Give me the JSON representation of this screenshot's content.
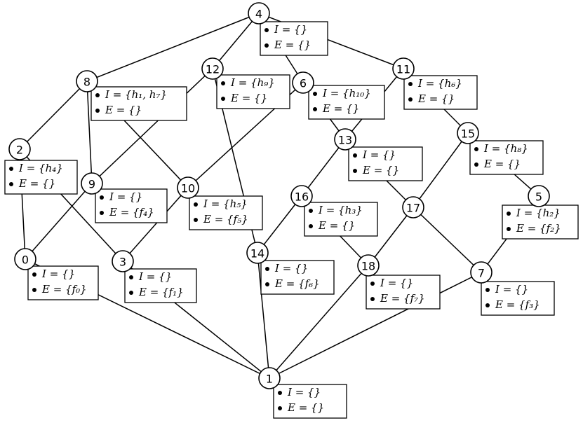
{
  "nodes": [
    {
      "id": "0",
      "I": "I = {}",
      "E": "E = {f₀}"
    },
    {
      "id": "1",
      "I": "I = {}",
      "E": "E = {}"
    },
    {
      "id": "2",
      "I": "I = {h₄}",
      "E": "E = {}"
    },
    {
      "id": "3",
      "I": "I = {}",
      "E": "E = {f₁}"
    },
    {
      "id": "4",
      "I": "I = {}",
      "E": "E = {}"
    },
    {
      "id": "5",
      "I": "I = {h₂}",
      "E": "E = {f₂}"
    },
    {
      "id": "6",
      "I": "I = {h₁₀}",
      "E": "E = {}"
    },
    {
      "id": "7",
      "I": "I = {}",
      "E": "E = {f₃}"
    },
    {
      "id": "8",
      "I": "I = {h₁, h₇}",
      "E": "E = {}"
    },
    {
      "id": "9",
      "I": "I = {}",
      "E": "E = {f₄}"
    },
    {
      "id": "10",
      "I": "I = {h₅}",
      "E": "E = {f₅}"
    },
    {
      "id": "11",
      "I": "I = {h₆}",
      "E": "E = {}"
    },
    {
      "id": "12",
      "I": "I = {h₉}",
      "E": "E = {}"
    },
    {
      "id": "13",
      "I": "I = {}",
      "E": "E = {}"
    },
    {
      "id": "14",
      "I": "I = {}",
      "E": "E = {f₆}"
    },
    {
      "id": "15",
      "I": "I = {h₈}",
      "E": "E = {}"
    },
    {
      "id": "16",
      "I": "I = {h₃}",
      "E": "E = {}"
    },
    {
      "id": "17",
      "I": "",
      "E": ""
    },
    {
      "id": "18",
      "I": "I = {}",
      "E": "E = {f₇}"
    }
  ],
  "edges": [
    [
      "4",
      "8"
    ],
    [
      "4",
      "12"
    ],
    [
      "4",
      "6"
    ],
    [
      "4",
      "11"
    ],
    [
      "8",
      "2"
    ],
    [
      "8",
      "9"
    ],
    [
      "8",
      "10"
    ],
    [
      "12",
      "9"
    ],
    [
      "12",
      "14"
    ],
    [
      "6",
      "10"
    ],
    [
      "6",
      "13"
    ],
    [
      "11",
      "13"
    ],
    [
      "11",
      "15"
    ],
    [
      "2",
      "0"
    ],
    [
      "2",
      "3"
    ],
    [
      "9",
      "0"
    ],
    [
      "10",
      "3"
    ],
    [
      "13",
      "16"
    ],
    [
      "13",
      "17"
    ],
    [
      "15",
      "17"
    ],
    [
      "15",
      "5"
    ],
    [
      "16",
      "14"
    ],
    [
      "16",
      "18"
    ],
    [
      "17",
      "18"
    ],
    [
      "17",
      "7"
    ],
    [
      "5",
      "7"
    ],
    [
      "0",
      "1"
    ],
    [
      "3",
      "1"
    ],
    [
      "14",
      "1"
    ],
    [
      "18",
      "1"
    ],
    [
      "7",
      "1"
    ]
  ],
  "colors": {
    "stroke": "#000000",
    "fill": "#ffffff"
  }
}
